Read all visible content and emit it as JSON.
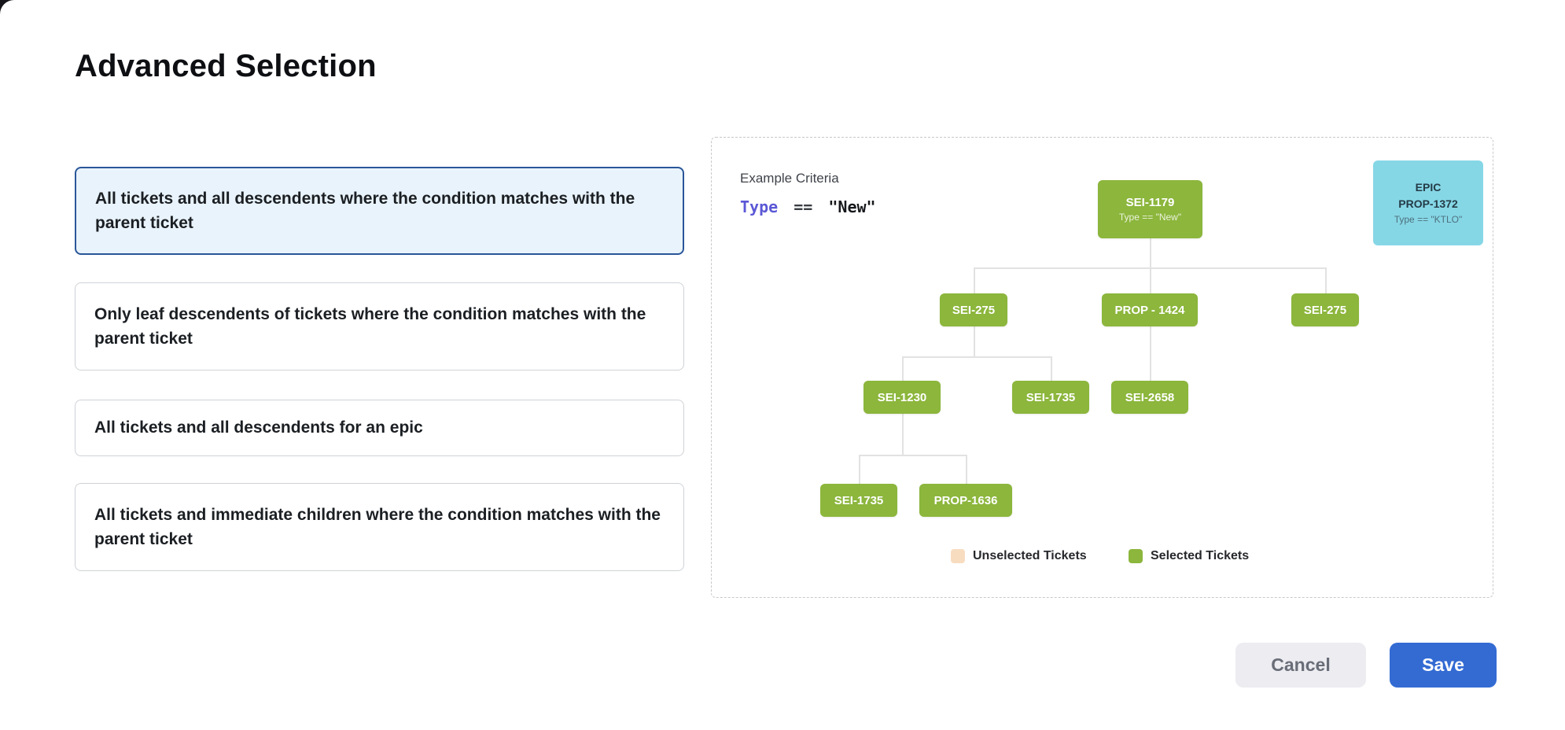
{
  "page": {
    "title": "Advanced Selection"
  },
  "options": [
    {
      "label": "All tickets and all descendents where the condition matches with the parent ticket",
      "selected": true
    },
    {
      "label": "Only leaf descendents of tickets where the condition matches with the parent ticket",
      "selected": false
    },
    {
      "label": "All tickets and all descendents for an epic",
      "selected": false
    },
    {
      "label": "All tickets and immediate children where the condition matches with the parent ticket",
      "selected": false
    }
  ],
  "preview": {
    "example_criteria_label": "Example Criteria",
    "criteria": {
      "field": "Type",
      "operator": "==",
      "value": "\"New\""
    },
    "epic_card": {
      "line1": "EPIC",
      "line2": "PROP-1372",
      "line3": "Type == \"KTLO\""
    },
    "tree": {
      "root": {
        "id": "SEI-1179",
        "subtitle": "Type == \"New\""
      },
      "level2": [
        "SEI-275",
        "PROP - 1424",
        "SEI-275"
      ],
      "level3": [
        "SEI-1230",
        "SEI-1735",
        "SEI-2658"
      ],
      "level4": [
        "SEI-1735",
        "PROP-1636"
      ]
    },
    "legend": [
      {
        "label": "Unselected Tickets",
        "color": "#f8dcc0"
      },
      {
        "label": "Selected Tickets",
        "color": "#8cb63c"
      }
    ]
  },
  "actions": {
    "cancel_label": "Cancel",
    "save_label": "Save"
  },
  "colors": {
    "selected_card_border": "#2a5699",
    "selected_card_bg": "#e9f3fb",
    "node_green": "#8cb63c",
    "epic_cyan": "#86d7e6",
    "criteria_field": "#5b58d6",
    "save_blue": "#336bd3"
  }
}
